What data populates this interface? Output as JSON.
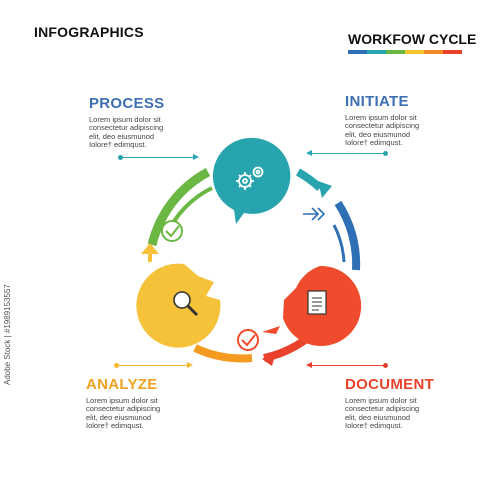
{
  "header": {
    "left_title": "INFOGRAPHICS",
    "right_title": "WORKFOW CYCLE",
    "bar_colors": [
      "#2e6fb5",
      "#26a7b3",
      "#6bb744",
      "#f5c52d",
      "#f08a24",
      "#e8412c"
    ]
  },
  "steps": [
    {
      "title": "PROCESS",
      "color": "#3d6fb3",
      "lines": [
        "Lorem ipsum dolor sit",
        "consectetur adipiscing",
        "elit, deo eiusmunod",
        "Iolore† edimqust."
      ]
    },
    {
      "title": "INITIATE",
      "color": "#3d6fb3",
      "lines": [
        "Lorem ipsum dolor sit",
        "consectetur adipiscing",
        "elit, deo eiusmunod",
        "Iolore† edimqust."
      ]
    },
    {
      "title": "ANALYZE",
      "color": "#f0a321",
      "lines": [
        "Lorem ipsum dolor sit",
        "consectetur adipiscing",
        "elit, deo eiusmunod",
        "Iolore† edimqust."
      ]
    },
    {
      "title": "DOCUMENT",
      "color": "#e8412c",
      "lines": [
        "Lorem ipsum dolor sit",
        "consectetur adipiscing",
        "elit, deo eiusmunod",
        "Iolore† edimqust."
      ]
    }
  ],
  "nodes": [
    {
      "name": "initiate-node",
      "color": "#27a4ae",
      "icon": "gears-icon"
    },
    {
      "name": "document-node",
      "color": "#ef4b2c",
      "icon": "document-icon"
    },
    {
      "name": "analyze-node",
      "color": "#f6c23a",
      "icon": "magnifier-icon"
    }
  ],
  "side_stamp": "Adobe Stock | #1989153557"
}
